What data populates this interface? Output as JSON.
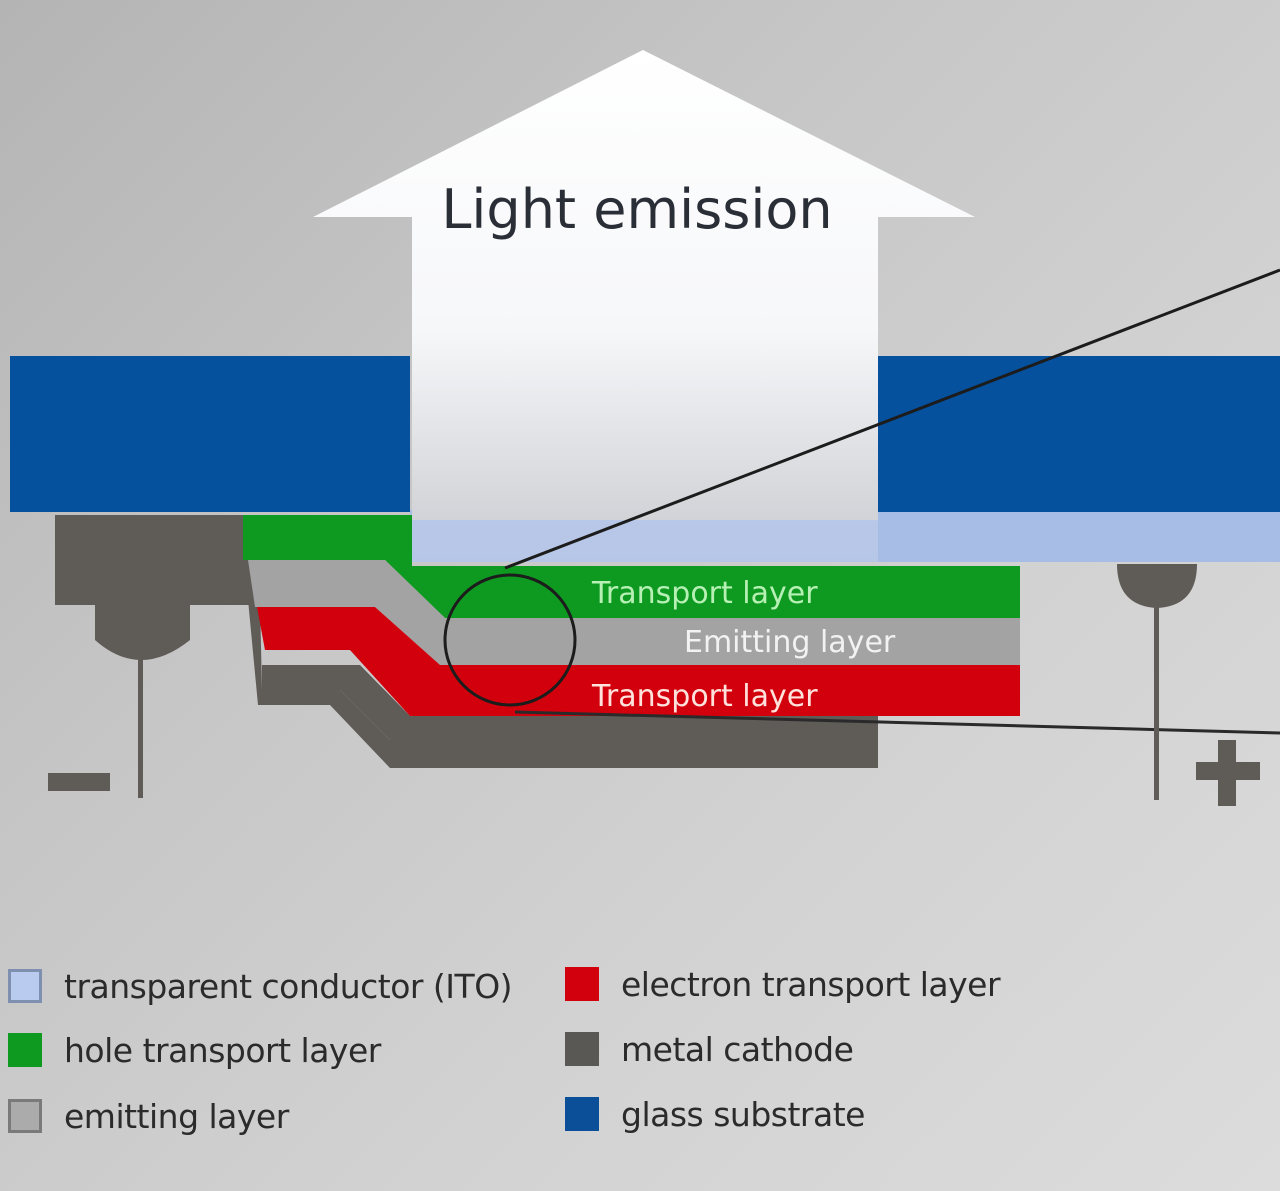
{
  "title": "Light emission",
  "layers": {
    "transport_top": "Transport layer",
    "emitting": "Emitting layer",
    "transport_bottom": "Transport layer"
  },
  "terminals": {
    "negative": "−",
    "positive": "+"
  },
  "colors": {
    "ito": "#a8bde6",
    "hole_transport": "#0e9a21",
    "emitting": "#a3a3a3",
    "electron_transport": "#d2000c",
    "metal_cathode": "#5f5b57",
    "glass_substrate": "#06519e"
  },
  "legend": [
    {
      "key": "ito",
      "label": "transparent conductor (ITO)",
      "color": "#b9ccf0"
    },
    {
      "key": "hole_transport",
      "label": "hole transport layer",
      "color": "#0e9a21"
    },
    {
      "key": "emitting",
      "label": "emitting layer",
      "color": "#ababab"
    },
    {
      "key": "electron_transport",
      "label": "electron transport layer",
      "color": "#d2000c"
    },
    {
      "key": "metal_cathode",
      "label": "metal cathode",
      "color": "#5a5854"
    },
    {
      "key": "glass_substrate",
      "label": "glass substrate",
      "color": "#0a4f98"
    }
  ]
}
